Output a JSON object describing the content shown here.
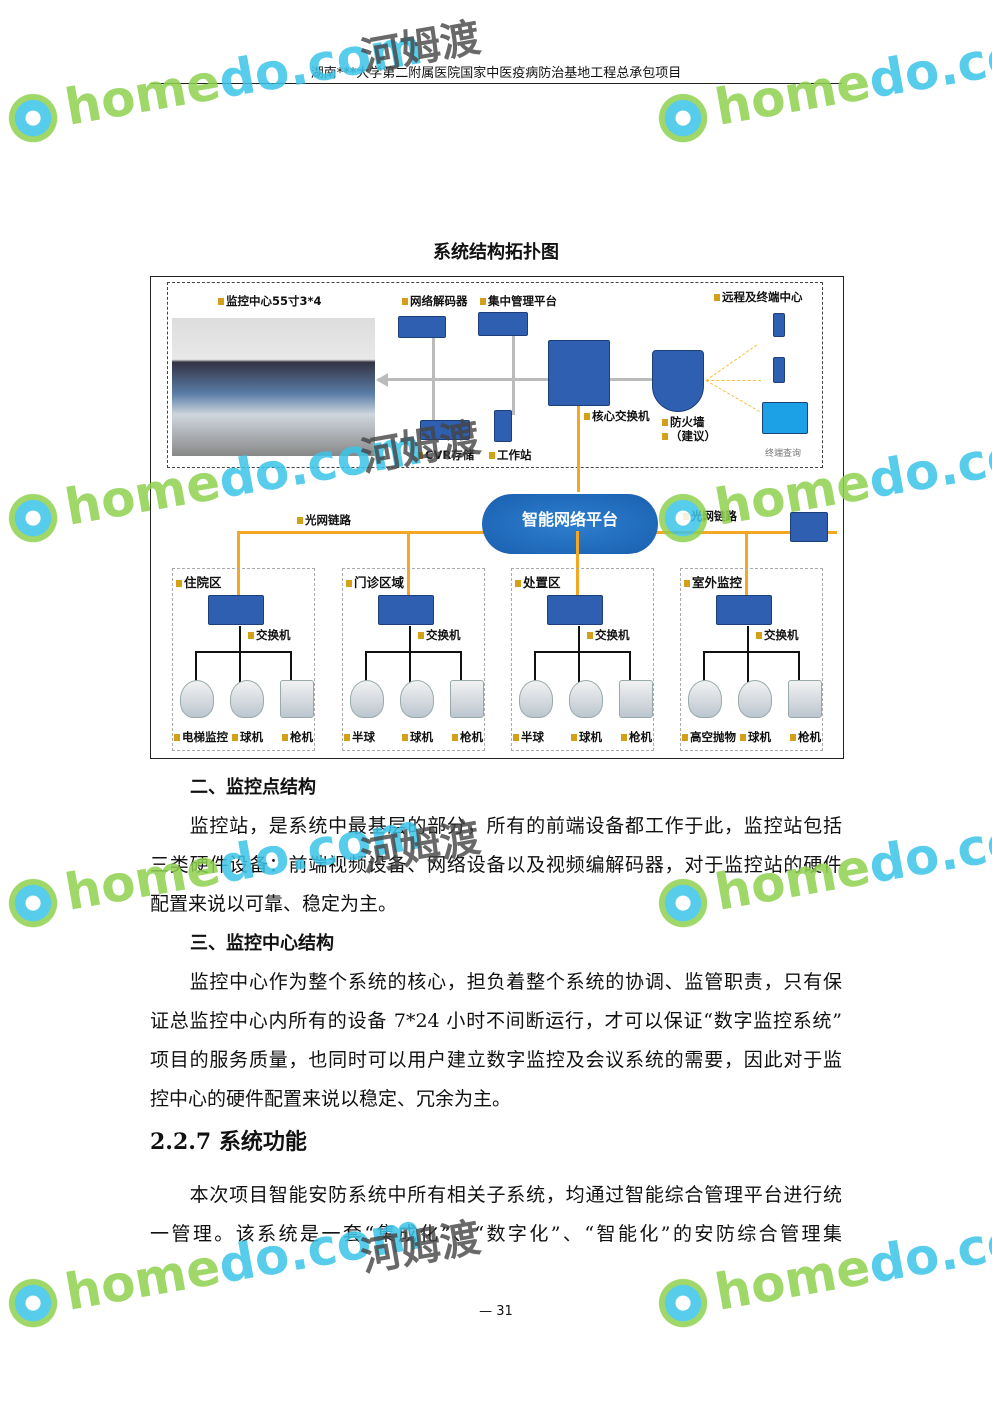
{
  "header": {
    "title": "湖南***大学第二附属医院国家中医疫病防治基地工程总承包项目"
  },
  "diagram": {
    "title": "系统结构拓扑图",
    "center_label": "监控中心55寸3*4",
    "decoder": "网络解码器",
    "platform": "集中管理平台",
    "remote": "远程及终端中心",
    "core_switch": "核心交换机",
    "firewall": "防火墙",
    "firewall_note": "（建议）",
    "cvr": "CVR存储",
    "workstation": "工作站",
    "terminal": "终端查询",
    "cloud": "智能网络平台",
    "fiber_left": "光网链路",
    "fiber_right": "光网链路",
    "switch": "交换机",
    "zones": [
      {
        "name": "住院区",
        "cams": [
          "电梯监控",
          "球机",
          "枪机"
        ]
      },
      {
        "name": "门诊区域",
        "cams": [
          "半球",
          "球机",
          "枪机"
        ]
      },
      {
        "name": "处置区",
        "cams": [
          "半球",
          "球机",
          "枪机"
        ]
      },
      {
        "name": "室外监控",
        "cams": [
          "高空抛物",
          "球机",
          "枪机"
        ]
      }
    ]
  },
  "body": {
    "h1": "二、监控点结构",
    "p1": [
      "　　监控站，是系统中最基层的部分，所有的前端设备都工作于此，监控站包括",
      "三类硬件设备：前端视频设备、网络设备以及视频编解码器，对于监控站的硬件",
      "配置来说以可靠、稳定为主。"
    ],
    "h2": "三、监控中心结构",
    "p2": [
      "　　监控中心作为整个系统的核心，担负着整个系统的协调、监管职责，只有保",
      "证总监控中心内所有的设备 7*24 小时不间断运行，才可以保证“数字监控系统”",
      "项目的服务质量，也同时可以用户建立数字监控及会议系统的需要，因此对于监",
      "控中心的硬件配置来说以稳定、冗余为主。"
    ],
    "section": "2.2.7 系统功能",
    "p3": [
      "　　本次项目智能安防系统中所有相关子系统，均通过智能综合管理平台进行统",
      "一管理。该系统是一套“集成化”、“数字化”、“智能化”的安防综合管理集"
    ]
  },
  "footer": {
    "page": "— 31"
  },
  "watermark": {
    "en_a": "home",
    "en_b": "do.com",
    "cn": "河姆渡"
  }
}
